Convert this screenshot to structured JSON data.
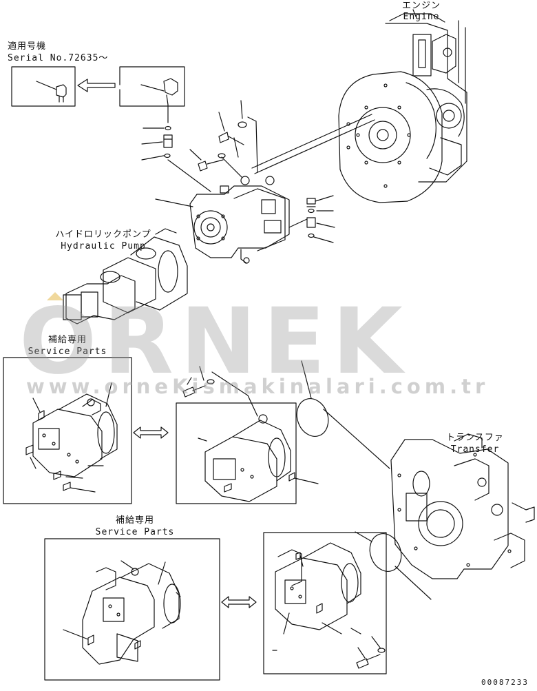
{
  "labels": {
    "engine_jp": "エンジン",
    "engine_en": "Engine",
    "serial_jp": "適用号機",
    "serial_en": "Serial No.72635～",
    "pump_jp": "ハイドロリックポンプ",
    "pump_en": "Hydraulic Pump",
    "service1_jp": "補給専用",
    "service1_en": "Service Parts",
    "service2_jp": "補給専用",
    "service2_en": "Service Parts",
    "transfer_jp": "トランスファ",
    "transfer_en": "Transfer"
  },
  "watermark": {
    "logo": "ORNEK",
    "url": "www.orneKismakinalari.com.tr"
  },
  "page_number": "00087233"
}
